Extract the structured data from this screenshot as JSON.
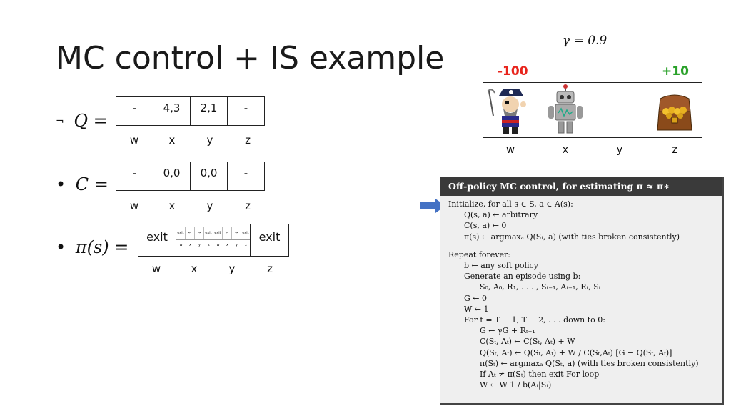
{
  "title": "MC control + IS example",
  "bullets": {
    "q": {
      "marker": "¬",
      "label": "Q =",
      "cells": [
        "-",
        "4,3",
        "2,1",
        "-"
      ]
    },
    "c": {
      "marker": "•",
      "label": "C =",
      "cells": [
        "-",
        "0,0",
        "0,0",
        "-"
      ]
    },
    "pi": {
      "marker": "•",
      "label": "π(s) =",
      "exit_left": "exit",
      "exit_right": "exit"
    }
  },
  "state_labels": [
    "w",
    "x",
    "y",
    "z"
  ],
  "pi_mini": {
    "row": [
      "exit",
      "←",
      "→",
      "exit"
    ],
    "labels": [
      "w",
      "x",
      "y",
      "z"
    ]
  },
  "gridworld": {
    "gamma": "γ = 0.9",
    "reward_left": "-100",
    "reward_right": "+10",
    "reward_left_color": "#e8241c",
    "reward_right_color": "#2aa12a",
    "states": [
      "w",
      "x",
      "y",
      "z"
    ],
    "cell_icons": [
      "pirate-icon",
      "robot-icon",
      "",
      "treasure-chest-icon"
    ]
  },
  "algorithm": {
    "header": "Off-policy MC control, for estimating π ≈ π∗",
    "lines": [
      "Initialize, for all s ∈ S, a ∈ A(s):",
      "Q(s, a) ← arbitrary",
      "C(s, a) ← 0",
      "π(s) ← argmaxₐ Q(Sₜ, a)     (with ties broken consistently)",
      "Repeat forever:",
      "b ← any soft policy",
      "Generate an episode using b:",
      "S₀, A₀, R₁, . . . , Sₜ₋₁, Aₜ₋₁, Rₜ, Sₜ",
      "G ← 0",
      "W ← 1",
      "For t = T − 1, T − 2, . . .  down to 0:",
      "G ← γG + Rₜ₊₁",
      "C(Sₜ, Aₜ) ← C(Sₜ, Aₜ) + W",
      "Q(Sₜ, Aₜ) ← Q(Sₜ, Aₜ) + W / C(Sₜ,Aₜ) [G − Q(Sₜ, Aₜ)]",
      "π(Sₜ) ← argmaxₐ Q(Sₜ, a)     (with ties broken consistently)",
      "If Aₜ ≠ π(Sₜ) then exit For loop",
      "W ← W 1 / b(Aₜ|Sₜ)"
    ]
  },
  "colors": {
    "arrow": "#4472c4",
    "algo_header_bg": "#3a3a3a"
  }
}
